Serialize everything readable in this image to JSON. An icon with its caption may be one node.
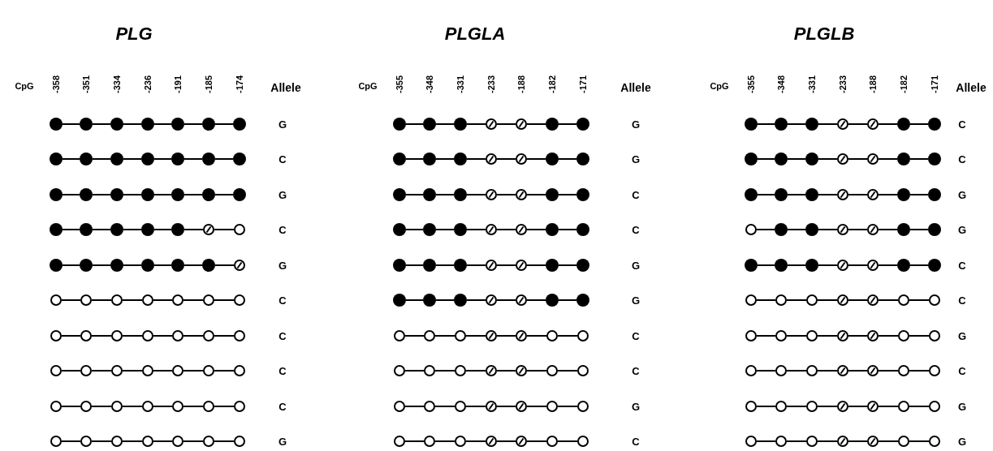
{
  "diagram": {
    "nodes": [
      {
        "text": [],
        "shape": "dot"
      },
      {
        "text": [],
        "shape": "dot"
      },
      {
        "text": [],
        "shape": "dot"
      },
      {
        "text": [],
        "shape": "dot"
      },
      {
        "text": [],
        "shape": "dot"
      },
      {
        "text": [],
        "shape": "dot"
      },
      {
        "text": [],
        "shape": "dot"
      },
      {
        "text": [],
        "shape": "dot"
      },
      {
        "text": [],
        "shape": "dot"
      },
      {
        "text": [],
        "shape": "dot"
      },
      {
        "text": [],
        "shape": "dot"
      },
      {
        "text": [],
        "shape": "dot"
      },
      {
        "text": [],
        "shape": "dot"
      },
      {
        "text": [],
        "shape": "dot"
      },
      {
        "text": [],
        "shape": "dot"
      },
      {
        "text": [],
        "shape": "dot"
      },
      {
        "text": [],
        "shape": "dot"
      },
      {
        "text": [],
        "shape": "dot"
      },
      {
        "text": [],
        "shape": "dot"
      },
      {
        "text": [],
        "shape": "dot"
      },
      {
        "text": [],
        "shape": "dot"
      },
      {
        "text": [],
        "shape": "dot"
      },
      {
        "text": [],
        "shape": "dot"
      },
      {
        "text": [],
        "shape": "dot"
      },
      {
        "text": [],
        "shape": "dot"
      },
      {
        "text": [],
        "shape": "dot"
      },
      {
        "text": [],
        "shape": "slashed-circle"
      },
      {
        "text": [],
        "shape": "circle"
      },
      {
        "text": [],
        "shape": "dot"
      },
      {
        "text": [],
        "shape": "dot"
      },
      {
        "text": [],
        "shape": "dot"
      },
      {
        "text": [],
        "shape": "dot"
      },
      {
        "text": [],
        "shape": "dot"
      },
      {
        "text": [],
        "shape": "dot"
      },
      {
        "text": [],
        "shape": "slashed-circle"
      },
      {
        "text": [],
        "shape": "circle"
      },
      {
        "text": [],
        "shape": "circle"
      },
      {
        "text": [],
        "shape": "circle"
      },
      {
        "text": [],
        "shape": "circle"
      },
      {
        "text": [],
        "shape": "circle"
      },
      {
        "text": [],
        "shape": "circle"
      },
      {
        "text": [],
        "shape": "circle"
      },
      {
        "text": [],
        "shape": "circle"
      },
      {
        "text": [],
        "shape": "circle"
      },
      {
        "text": [],
        "shape": "circle"
      },
      {
        "text": [],
        "shape": "circle"
      },
      {
        "text": [],
        "shape": "circle"
      },
      {
        "text": [],
        "shape": "circle"
      },
      {
        "text": [],
        "shape": "circle"
      },
      {
        "text": [],
        "shape": "circle"
      },
      {
        "text": [],
        "shape": "circle"
      },
      {
        "text": [],
        "shape": "circle"
      },
      {
        "text": [],
        "shape": "circle"
      },
      {
        "text": [],
        "shape": "circle"
      },
      {
        "text": [],
        "shape": "circle"
      },
      {
        "text": [],
        "shape": "circle"
      },
      {
        "text": [],
        "shape": "circle"
      },
      {
        "text": [],
        "shape": "circle"
      },
      {
        "text": [],
        "shape": "circle"
      },
      {
        "text": [],
        "shape": "circle"
      },
      {
        "text": [],
        "shape": "circle"
      },
      {
        "text": [],
        "shape": "circle"
      },
      {
        "text": [],
        "shape": "circle"
      },
      {
        "text": [],
        "shape": "circle"
      },
      {
        "text": [],
        "shape": "circle"
      },
      {
        "text": [],
        "shape": "circle"
      },
      {
        "text": [],
        "shape": "circle"
      },
      {
        "text": [],
        "shape": "circle"
      },
      {
        "text": [],
        "shape": "circle"
      },
      {
        "text": [],
        "shape": "circle"
      },
      {
        "text": [],
        "shape": "dot"
      },
      {
        "text": [],
        "shape": "dot"
      },
      {
        "text": [],
        "shape": "dot"
      },
      {
        "text": [],
        "shape": "slashed-circle"
      },
      {
        "text": [],
        "shape": "slashed-circle"
      },
      {
        "text": [],
        "shape": "dot"
      },
      {
        "text": [],
        "shape": "dot"
      },
      {
        "text": [],
        "shape": "dot"
      },
      {
        "text": [],
        "shape": "dot"
      },
      {
        "text": [],
        "shape": "dot"
      },
      {
        "text": [],
        "shape": "slashed-circle"
      },
      {
        "text": [],
        "shape": "slashed-circle"
      },
      {
        "text": [],
        "shape": "dot"
      },
      {
        "text": [],
        "shape": "dot"
      },
      {
        "text": [],
        "shape": "dot"
      },
      {
        "text": [],
        "shape": "dot"
      },
      {
        "text": [],
        "shape": "dot"
      },
      {
        "text": [],
        "shape": "slashed-circle"
      },
      {
        "text": [],
        "shape": "slashed-circle"
      },
      {
        "text": [],
        "shape": "dot"
      },
      {
        "text": [],
        "shape": "dot"
      },
      {
        "text": [],
        "shape": "dot"
      },
      {
        "text": [],
        "shape": "dot"
      },
      {
        "text": [],
        "shape": "dot"
      },
      {
        "text": [],
        "shape": "slashed-circle"
      },
      {
        "text": [],
        "shape": "slashed-circle"
      },
      {
        "text": [],
        "shape": "dot"
      },
      {
        "text": [],
        "shape": "dot"
      },
      {
        "text": [],
        "shape": "dot"
      },
      {
        "text": [],
        "shape": "dot"
      },
      {
        "text": [],
        "shape": "dot"
      },
      {
        "text": [],
        "shape": "slashed-circle"
      },
      {
        "text": [],
        "shape": "slashed-circle"
      },
      {
        "text": [],
        "shape": "dot"
      },
      {
        "text": [],
        "shape": "dot"
      },
      {
        "text": [],
        "shape": "dot"
      },
      {
        "text": [],
        "shape": "dot"
      },
      {
        "text": [],
        "shape": "dot"
      },
      {
        "text": [],
        "shape": "slashed-circle"
      },
      {
        "text": [],
        "shape": "slashed-circle"
      },
      {
        "text": [],
        "shape": "dot"
      },
      {
        "text": [],
        "shape": "dot"
      },
      {
        "text": [],
        "shape": "circle"
      },
      {
        "text": [],
        "shape": "circle"
      },
      {
        "text": [],
        "shape": "circle"
      },
      {
        "text": [],
        "shape": "slashed-circle"
      },
      {
        "text": [],
        "shape": "slashed-circle"
      },
      {
        "text": [],
        "shape": "circle"
      },
      {
        "text": [],
        "shape": "circle"
      },
      {
        "text": [],
        "shape": "circle"
      },
      {
        "text": [],
        "shape": "circle"
      },
      {
        "text": [],
        "shape": "circle"
      },
      {
        "text": [],
        "shape": "slashed-circle"
      },
      {
        "text": [],
        "shape": "slashed-circle"
      },
      {
        "text": [],
        "shape": "circle"
      },
      {
        "text": [],
        "shape": "circle"
      },
      {
        "text": [],
        "shape": "circle"
      },
      {
        "text": [],
        "shape": "circle"
      },
      {
        "text": [],
        "shape": "circle"
      },
      {
        "text": [],
        "shape": "slashed-circle"
      },
      {
        "text": [],
        "shape": "slashed-circle"
      },
      {
        "text": [],
        "shape": "circle"
      },
      {
        "text": [],
        "shape": "circle"
      },
      {
        "text": [],
        "shape": "circle"
      },
      {
        "text": [],
        "shape": "circle"
      },
      {
        "text": [],
        "shape": "circle"
      },
      {
        "text": [],
        "shape": "slashed-circle"
      },
      {
        "text": [],
        "shape": "slashed-circle"
      },
      {
        "text": [],
        "shape": "circle"
      },
      {
        "text": [],
        "shape": "circle"
      },
      {
        "text": [],
        "shape": "dot"
      },
      {
        "text": [],
        "shape": "dot"
      },
      {
        "text": [],
        "shape": "dot"
      },
      {
        "text": [],
        "shape": "slashed-circle"
      },
      {
        "text": [],
        "shape": "slashed-circle"
      },
      {
        "text": [],
        "shape": "dot"
      },
      {
        "text": [],
        "shape": "dot"
      },
      {
        "text": [],
        "shape": "dot"
      },
      {
        "text": [],
        "shape": "dot"
      },
      {
        "text": [],
        "shape": "dot"
      },
      {
        "text": [],
        "shape": "slashed-circle"
      },
      {
        "text": [],
        "shape": "slashed-circle"
      },
      {
        "text": [],
        "shape": "dot"
      },
      {
        "text": [],
        "shape": "dot"
      },
      {
        "text": [],
        "shape": "dot"
      },
      {
        "text": [],
        "shape": "dot"
      },
      {
        "text": [],
        "shape": "dot"
      },
      {
        "text": [],
        "shape": "slashed-circle"
      },
      {
        "text": [],
        "shape": "slashed-circle"
      },
      {
        "text": [],
        "shape": "dot"
      },
      {
        "text": [],
        "shape": "dot"
      },
      {
        "text": [],
        "shape": "circle"
      },
      {
        "text": [],
        "shape": "dot"
      },
      {
        "text": [],
        "shape": "dot"
      },
      {
        "text": [],
        "shape": "slashed-circle"
      },
      {
        "text": [],
        "shape": "slashed-circle"
      },
      {
        "text": [],
        "shape": "dot"
      },
      {
        "text": [],
        "shape": "dot"
      },
      {
        "text": [],
        "shape": "dot"
      },
      {
        "text": [],
        "shape": "dot"
      },
      {
        "text": [],
        "shape": "dot"
      },
      {
        "text": [],
        "shape": "slashed-circle"
      },
      {
        "text": [],
        "shape": "slashed-circle"
      },
      {
        "text": [],
        "shape": "dot"
      },
      {
        "text": [],
        "shape": "dot"
      },
      {
        "text": [],
        "shape": "circle"
      },
      {
        "text": [],
        "shape": "circle"
      },
      {
        "text": [],
        "shape": "circle"
      },
      {
        "text": [],
        "shape": "slashed-circle"
      },
      {
        "text": [],
        "shape": "slashed-circle"
      },
      {
        "text": [],
        "shape": "circle"
      },
      {
        "text": [],
        "shape": "circle"
      },
      {
        "text": [],
        "shape": "circle"
      },
      {
        "text": [],
        "shape": "circle"
      },
      {
        "text": [],
        "shape": "circle"
      },
      {
        "text": [],
        "shape": "slashed-circle"
      },
      {
        "text": [],
        "shape": "slashed-circle"
      },
      {
        "text": [],
        "shape": "circle"
      },
      {
        "text": [],
        "shape": "circle"
      },
      {
        "text": [],
        "shape": "circle"
      },
      {
        "text": [],
        "shape": "circle"
      },
      {
        "text": [],
        "shape": "circle"
      },
      {
        "text": [],
        "shape": "slashed-circle"
      },
      {
        "text": [],
        "shape": "slashed-circle"
      },
      {
        "text": [],
        "shape": "circle"
      },
      {
        "text": [],
        "shape": "circle"
      },
      {
        "text": [],
        "shape": "circle"
      },
      {
        "text": [],
        "shape": "circle"
      },
      {
        "text": [],
        "shape": "circle"
      },
      {
        "text": [],
        "shape": "slashed-circle"
      },
      {
        "text": [],
        "shape": "slashed-circle"
      },
      {
        "text": [],
        "shape": "circle"
      },
      {
        "text": [],
        "shape": "circle"
      },
      {
        "text": [],
        "shape": "circle"
      },
      {
        "text": [],
        "shape": "circle"
      },
      {
        "text": [],
        "shape": "circle"
      },
      {
        "text": [],
        "shape": "slashed-circle"
      },
      {
        "text": [],
        "shape": "slashed-circle"
      },
      {
        "text": [],
        "shape": "circle"
      },
      {
        "text": [],
        "shape": "circle"
      }
    ],
    "edges": [
      {
        "from": 0,
        "to": 1,
        "arrow": "none"
      },
      {
        "from": 1,
        "to": 2,
        "arrow": "none"
      },
      {
        "from": 2,
        "to": 3,
        "arrow": "none"
      },
      {
        "from": 3,
        "to": 4,
        "arrow": "none"
      },
      {
        "from": 4,
        "to": 5,
        "arrow": "none"
      },
      {
        "from": 5,
        "to": 6,
        "arrow": "none"
      },
      {
        "from": 7,
        "to": 8,
        "arrow": "none"
      },
      {
        "from": 8,
        "to": 9,
        "arrow": "none"
      },
      {
        "from": 9,
        "to": 10,
        "arrow": "none"
      },
      {
        "from": 10,
        "to": 11,
        "arrow": "none"
      },
      {
        "from": 11,
        "to": 12,
        "arrow": "none"
      },
      {
        "from": 12,
        "to": 13,
        "arrow": "none"
      },
      {
        "from": 14,
        "to": 15,
        "arrow": "none"
      },
      {
        "from": 15,
        "to": 16,
        "arrow": "none"
      },
      {
        "from": 16,
        "to": 17,
        "arrow": "none"
      },
      {
        "from": 17,
        "to": 18,
        "arrow": "none"
      },
      {
        "from": 18,
        "to": 19,
        "arrow": "none"
      },
      {
        "from": 19,
        "to": 20,
        "arrow": "none"
      },
      {
        "from": 21,
        "to": 22,
        "arrow": "none"
      },
      {
        "from": 22,
        "to": 23,
        "arrow": "none"
      },
      {
        "from": 23,
        "to": 24,
        "arrow": "none"
      },
      {
        "from": 24,
        "to": 25,
        "arrow": "none"
      },
      {
        "from": 25,
        "to": 26,
        "arrow": "none"
      },
      {
        "from": 26,
        "to": 27,
        "arrow": "none"
      },
      {
        "from": 28,
        "to": 29,
        "arrow": "none"
      },
      {
        "from": 29,
        "to": 30,
        "arrow": "none"
      },
      {
        "from": 30,
        "to": 31,
        "arrow": "none"
      },
      {
        "from": 31,
        "to": 32,
        "arrow": "none"
      },
      {
        "from": 32,
        "to": 33,
        "arrow": "none"
      },
      {
        "from": 33,
        "to": 34,
        "arrow": "none"
      },
      {
        "from": 35,
        "to": 36,
        "arrow": "none"
      },
      {
        "from": 36,
        "to": 37,
        "arrow": "none"
      },
      {
        "from": 37,
        "to": 38,
        "arrow": "none"
      },
      {
        "from": 38,
        "to": 39,
        "arrow": "none"
      },
      {
        "from": 39,
        "to": 40,
        "arrow": "none"
      },
      {
        "from": 40,
        "to": 41,
        "arrow": "none"
      },
      {
        "from": 42,
        "to": 43,
        "arrow": "none"
      },
      {
        "from": 43,
        "to": 44,
        "arrow": "none"
      },
      {
        "from": 44,
        "to": 45,
        "arrow": "none"
      },
      {
        "from": 45,
        "to": 46,
        "arrow": "none"
      },
      {
        "from": 46,
        "to": 47,
        "arrow": "none"
      },
      {
        "from": 47,
        "to": 48,
        "arrow": "none"
      },
      {
        "from": 49,
        "to": 50,
        "arrow": "none"
      },
      {
        "from": 50,
        "to": 51,
        "arrow": "none"
      },
      {
        "from": 51,
        "to": 52,
        "arrow": "none"
      },
      {
        "from": 52,
        "to": 53,
        "arrow": "none"
      },
      {
        "from": 53,
        "to": 54,
        "arrow": "none"
      },
      {
        "from": 54,
        "to": 55,
        "arrow": "none"
      },
      {
        "from": 56,
        "to": 57,
        "arrow": "none"
      },
      {
        "from": 57,
        "to": 58,
        "arrow": "none"
      },
      {
        "from": 58,
        "to": 59,
        "arrow": "none"
      },
      {
        "from": 59,
        "to": 60,
        "arrow": "none"
      },
      {
        "from": 60,
        "to": 61,
        "arrow": "none"
      },
      {
        "from": 61,
        "to": 62,
        "arrow": "none"
      },
      {
        "from": 63,
        "to": 64,
        "arrow": "none"
      },
      {
        "from": 64,
        "to": 65,
        "arrow": "none"
      },
      {
        "from": 65,
        "to": 66,
        "arrow": "none"
      },
      {
        "from": 66,
        "to": 67,
        "arrow": "none"
      },
      {
        "from": 67,
        "to": 68,
        "arrow": "none"
      },
      {
        "from": 68,
        "to": 69,
        "arrow": "none"
      },
      {
        "from": 70,
        "to": 71,
        "arrow": "none"
      },
      {
        "from": 71,
        "to": 72,
        "arrow": "none"
      },
      {
        "from": 72,
        "to": 73,
        "arrow": "none"
      },
      {
        "from": 73,
        "to": 74,
        "arrow": "none"
      },
      {
        "from": 74,
        "to": 75,
        "arrow": "none"
      },
      {
        "from": 75,
        "to": 76,
        "arrow": "none"
      },
      {
        "from": 77,
        "to": 78,
        "arrow": "none"
      },
      {
        "from": 78,
        "to": 79,
        "arrow": "none"
      },
      {
        "from": 79,
        "to": 80,
        "arrow": "none"
      },
      {
        "from": 80,
        "to": 81,
        "arrow": "none"
      },
      {
        "from": 81,
        "to": 82,
        "arrow": "none"
      },
      {
        "from": 82,
        "to": 83,
        "arrow": "none"
      },
      {
        "from": 84,
        "to": 85,
        "arrow": "none"
      },
      {
        "from": 85,
        "to": 86,
        "arrow": "none"
      },
      {
        "from": 86,
        "to": 87,
        "arrow": "none"
      },
      {
        "from": 87,
        "to": 88,
        "arrow": "none"
      },
      {
        "from": 88,
        "to": 89,
        "arrow": "none"
      },
      {
        "from": 89,
        "to": 90,
        "arrow": "none"
      },
      {
        "from": 91,
        "to": 92,
        "arrow": "none"
      },
      {
        "from": 92,
        "to": 93,
        "arrow": "none"
      },
      {
        "from": 93,
        "to": 94,
        "arrow": "none"
      },
      {
        "from": 94,
        "to": 95,
        "arrow": "none"
      },
      {
        "from": 95,
        "to": 96,
        "arrow": "none"
      },
      {
        "from": 96,
        "to": 97,
        "arrow": "none"
      },
      {
        "from": 98,
        "to": 99,
        "arrow": "none"
      },
      {
        "from": 99,
        "to": 100,
        "arrow": "none"
      },
      {
        "from": 100,
        "to": 101,
        "arrow": "none"
      },
      {
        "from": 101,
        "to": 102,
        "arrow": "none"
      },
      {
        "from": 102,
        "to": 103,
        "arrow": "none"
      },
      {
        "from": 103,
        "to": 104,
        "arrow": "none"
      },
      {
        "from": 105,
        "to": 106,
        "arrow": "none"
      },
      {
        "from": 106,
        "to": 107,
        "arrow": "none"
      },
      {
        "from": 107,
        "to": 108,
        "arrow": "none"
      },
      {
        "from": 108,
        "to": 109,
        "arrow": "none"
      },
      {
        "from": 109,
        "to": 110,
        "arrow": "none"
      },
      {
        "from": 110,
        "to": 111,
        "arrow": "none"
      },
      {
        "from": 112,
        "to": 113,
        "arrow": "none"
      },
      {
        "from": 113,
        "to": 114,
        "arrow": "none"
      },
      {
        "from": 114,
        "to": 115,
        "arrow": "none"
      },
      {
        "from": 115,
        "to": 116,
        "arrow": "none"
      },
      {
        "from": 116,
        "to": 117,
        "arrow": "none"
      },
      {
        "from": 117,
        "to": 118,
        "arrow": "none"
      },
      {
        "from": 119,
        "to": 120,
        "arrow": "none"
      },
      {
        "from": 120,
        "to": 121,
        "arrow": "none"
      },
      {
        "from": 121,
        "to": 122,
        "arrow": "none"
      },
      {
        "from": 122,
        "to": 123,
        "arrow": "none"
      },
      {
        "from": 123,
        "to": 124,
        "arrow": "none"
      },
      {
        "from": 124,
        "to": 125,
        "arrow": "none"
      },
      {
        "from": 126,
        "to": 127,
        "arrow": "none"
      },
      {
        "from": 127,
        "to": 128,
        "arrow": "none"
      },
      {
        "from": 128,
        "to": 129,
        "arrow": "none"
      },
      {
        "from": 129,
        "to": 130,
        "arrow": "none"
      },
      {
        "from": 130,
        "to": 131,
        "arrow": "none"
      },
      {
        "from": 131,
        "to": 132,
        "arrow": "none"
      },
      {
        "from": 133,
        "to": 134,
        "arrow": "none"
      },
      {
        "from": 134,
        "to": 135,
        "arrow": "none"
      },
      {
        "from": 135,
        "to": 136,
        "arrow": "none"
      },
      {
        "from": 136,
        "to": 137,
        "arrow": "none"
      },
      {
        "from": 137,
        "to": 138,
        "arrow": "none"
      },
      {
        "from": 138,
        "to": 139,
        "arrow": "none"
      },
      {
        "from": 140,
        "to": 141,
        "arrow": "none"
      },
      {
        "from": 141,
        "to": 142,
        "arrow": "none"
      },
      {
        "from": 142,
        "to": 143,
        "arrow": "none"
      },
      {
        "from": 143,
        "to": 144,
        "arrow": "none"
      },
      {
        "from": 144,
        "to": 145,
        "arrow": "none"
      },
      {
        "from": 145,
        "to": 146,
        "arrow": "none"
      },
      {
        "from": 147,
        "to": 148,
        "arrow": "none"
      },
      {
        "from": 148,
        "to": 149,
        "arrow": "none"
      },
      {
        "from": 149,
        "to": 150,
        "arrow": "none"
      },
      {
        "from": 150,
        "to": 151,
        "arrow": "none"
      },
      {
        "from": 151,
        "to": 152,
        "arrow": "none"
      },
      {
        "from": 152,
        "to": 153,
        "arrow": "none"
      },
      {
        "from": 154,
        "to": 155,
        "arrow": "none"
      },
      {
        "from": 155,
        "to": 156,
        "arrow": "none"
      },
      {
        "from": 156,
        "to": 157,
        "arrow": "none"
      },
      {
        "from": 157,
        "to": 158,
        "arrow": "none"
      },
      {
        "from": 158,
        "to": 159,
        "arrow": "none"
      },
      {
        "from": 159,
        "to": 160,
        "arrow": "none"
      },
      {
        "from": 161,
        "to": 162,
        "arrow": "none"
      },
      {
        "from": 162,
        "to": 163,
        "arrow": "none"
      },
      {
        "from": 163,
        "to": 164,
        "arrow": "none"
      },
      {
        "from": 164,
        "to": 165,
        "arrow": "none"
      },
      {
        "from": 165,
        "to": 166,
        "arrow": "none"
      },
      {
        "from": 166,
        "to": 167,
        "arrow": "none"
      },
      {
        "from": 168,
        "to": 169,
        "arrow": "none"
      },
      {
        "from": 169,
        "to": 170,
        "arrow": "none"
      },
      {
        "from": 170,
        "to": 171,
        "arrow": "none"
      },
      {
        "from": 171,
        "to": 172,
        "arrow": "none"
      },
      {
        "from": 172,
        "to": 173,
        "arrow": "none"
      },
      {
        "from": 173,
        "to": 174,
        "arrow": "none"
      },
      {
        "from": 175,
        "to": 176,
        "arrow": "none"
      },
      {
        "from": 176,
        "to": 177,
        "arrow": "none"
      },
      {
        "from": 177,
        "to": 178,
        "arrow": "none"
      },
      {
        "from": 178,
        "to": 179,
        "arrow": "none"
      },
      {
        "from": 179,
        "to": 180,
        "arrow": "none"
      },
      {
        "from": 180,
        "to": 181,
        "arrow": "none"
      },
      {
        "from": 182,
        "to": 183,
        "arrow": "none"
      },
      {
        "from": 183,
        "to": 184,
        "arrow": "none"
      },
      {
        "from": 184,
        "to": 185,
        "arrow": "none"
      },
      {
        "from": 185,
        "to": 186,
        "arrow": "none"
      },
      {
        "from": 186,
        "to": 187,
        "arrow": "none"
      },
      {
        "from": 187,
        "to": 188,
        "arrow": "none"
      },
      {
        "from": 189,
        "to": 190,
        "arrow": "none"
      },
      {
        "from": 190,
        "to": 191,
        "arrow": "none"
      },
      {
        "from": 191,
        "to": 192,
        "arrow": "none"
      },
      {
        "from": 192,
        "to": 193,
        "arrow": "none"
      },
      {
        "from": 193,
        "to": 194,
        "arrow": "none"
      },
      {
        "from": 194,
        "to": 195,
        "arrow": "none"
      },
      {
        "from": 196,
        "to": 197,
        "arrow": "none"
      },
      {
        "from": 197,
        "to": 198,
        "arrow": "none"
      },
      {
        "from": 198,
        "to": 199,
        "arrow": "none"
      },
      {
        "from": 199,
        "to": 200,
        "arrow": "none"
      },
      {
        "from": 200,
        "to": 201,
        "arrow": "none"
      },
      {
        "from": 201,
        "to": 202,
        "arrow": "none"
      },
      {
        "from": 203,
        "to": 204,
        "arrow": "none"
      },
      {
        "from": 204,
        "to": 205,
        "arrow": "none"
      },
      {
        "from": 205,
        "to": 206,
        "arrow": "none"
      },
      {
        "from": 206,
        "to": 207,
        "arrow": "none"
      },
      {
        "from": 207,
        "to": 208,
        "arrow": "none"
      },
      {
        "from": 208,
        "to": 209,
        "arrow": "none"
      }
    ],
    "labels": [
      "PLG",
      "CpG",
      "-358",
      "-351",
      "-334",
      "-236",
      "-191",
      "-185",
      "-174",
      "Allele",
      "G",
      "C",
      "G",
      "C",
      "G",
      "C",
      "C",
      "C",
      "C",
      "G",
      "PLGLA",
      "CpG",
      "-355",
      "-348",
      "-331",
      "-233",
      "-188",
      "-182",
      "-171",
      "Allele",
      "G",
      "G",
      "C",
      "C",
      "G",
      "G",
      "C",
      "C",
      "G",
      "C",
      "PLGLB",
      "CpG",
      "-355",
      "-348",
      "-331",
      "-233",
      "-188",
      "-182",
      "-171",
      "Allele",
      "C",
      "C",
      "G",
      "G",
      "C",
      "C",
      "G",
      "C",
      "G",
      "G"
    ]
  }
}
